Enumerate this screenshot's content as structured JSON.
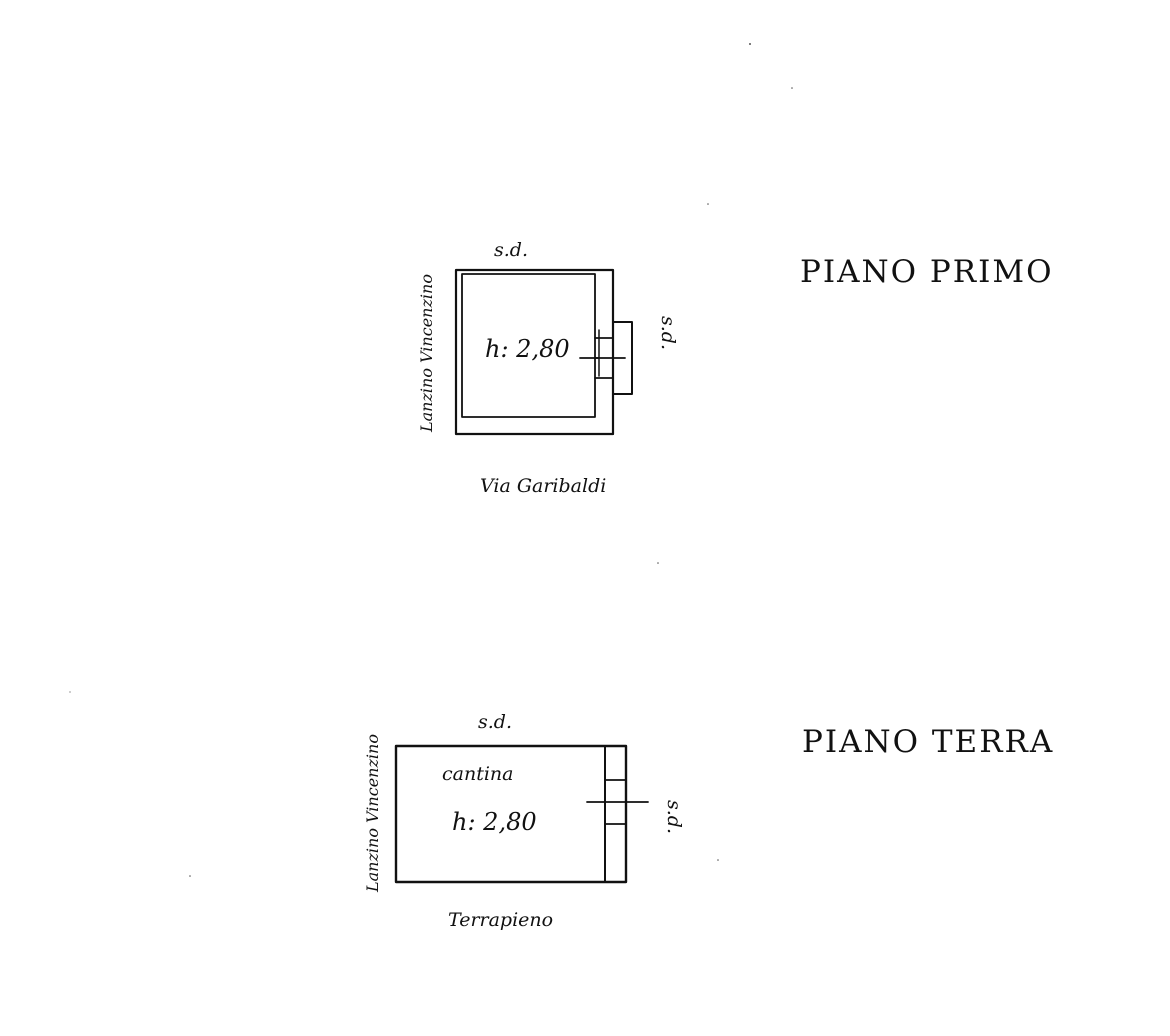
{
  "floors": {
    "first": {
      "title": "PIANO PRIMO",
      "north_label": "s.d.",
      "east_label": "s.d.",
      "west_label": "Lanzino Vincenzino",
      "south_label": "Via Garibaldi",
      "height_label": "h: 2,80"
    },
    "ground": {
      "title": "PIANO TERRA",
      "north_label": "s.d.",
      "east_label": "s.d.",
      "west_label": "Lanzino Vincenzino",
      "south_label": "Terrapieno",
      "room_label": "cantina",
      "height_label": "h: 2,80"
    }
  }
}
